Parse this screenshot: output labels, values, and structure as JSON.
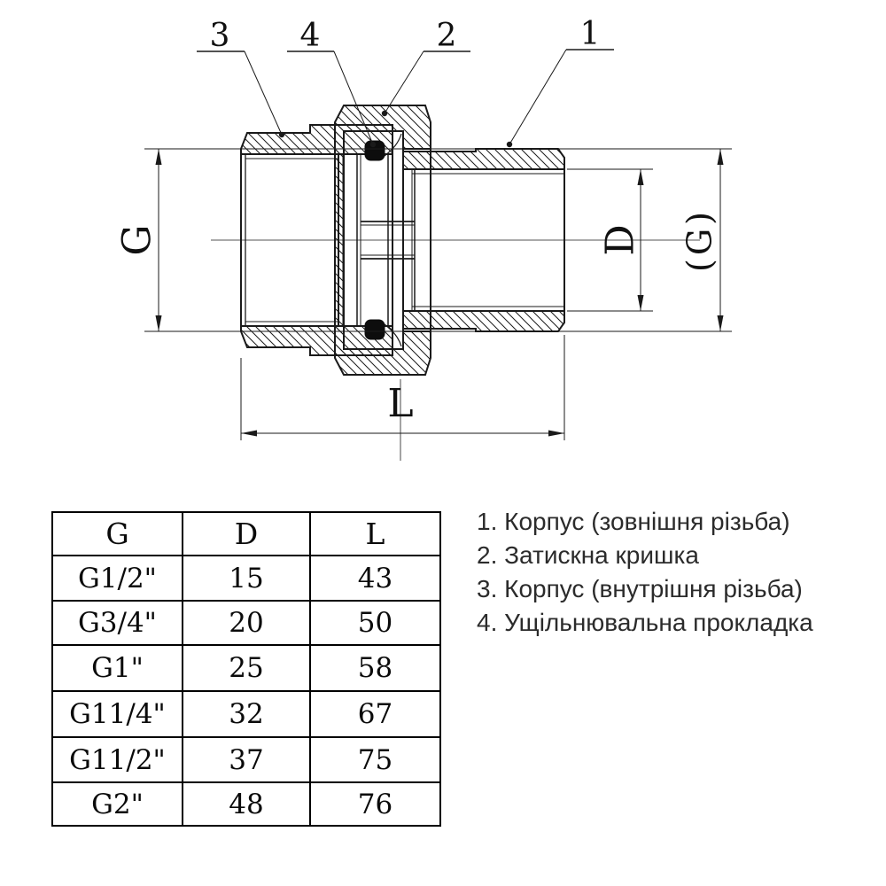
{
  "drawing": {
    "callouts": [
      {
        "label": "3"
      },
      {
        "label": "4"
      },
      {
        "label": "2"
      },
      {
        "label": "1"
      }
    ],
    "dimensions": {
      "left_thread": "G",
      "bore": "D",
      "right_thread": "(G)",
      "length": "L"
    }
  },
  "table": {
    "headers": [
      "G",
      "D",
      "L"
    ],
    "rows": [
      {
        "g": "G1/2\"",
        "d": "15",
        "l": "43"
      },
      {
        "g": "G3/4\"",
        "d": "20",
        "l": "50"
      },
      {
        "g": "G1\"",
        "d": "25",
        "l": "58"
      },
      {
        "g": "G11/4\"",
        "d": "32",
        "l": "67"
      },
      {
        "g": "G11/2\"",
        "d": "37",
        "l": "75"
      },
      {
        "g": "G2\"",
        "d": "48",
        "l": "76"
      }
    ]
  },
  "legend": {
    "items": [
      "1. Корпус (зовнішня різьба)",
      "2. Затискна кришка",
      "3. Корпус (внутрішня різьба)",
      "4. Ущільнювальна прокладка"
    ]
  },
  "colors": {
    "line": "#1a1a1a",
    "gasket": "#0d0d0d",
    "background": "#ffffff"
  }
}
